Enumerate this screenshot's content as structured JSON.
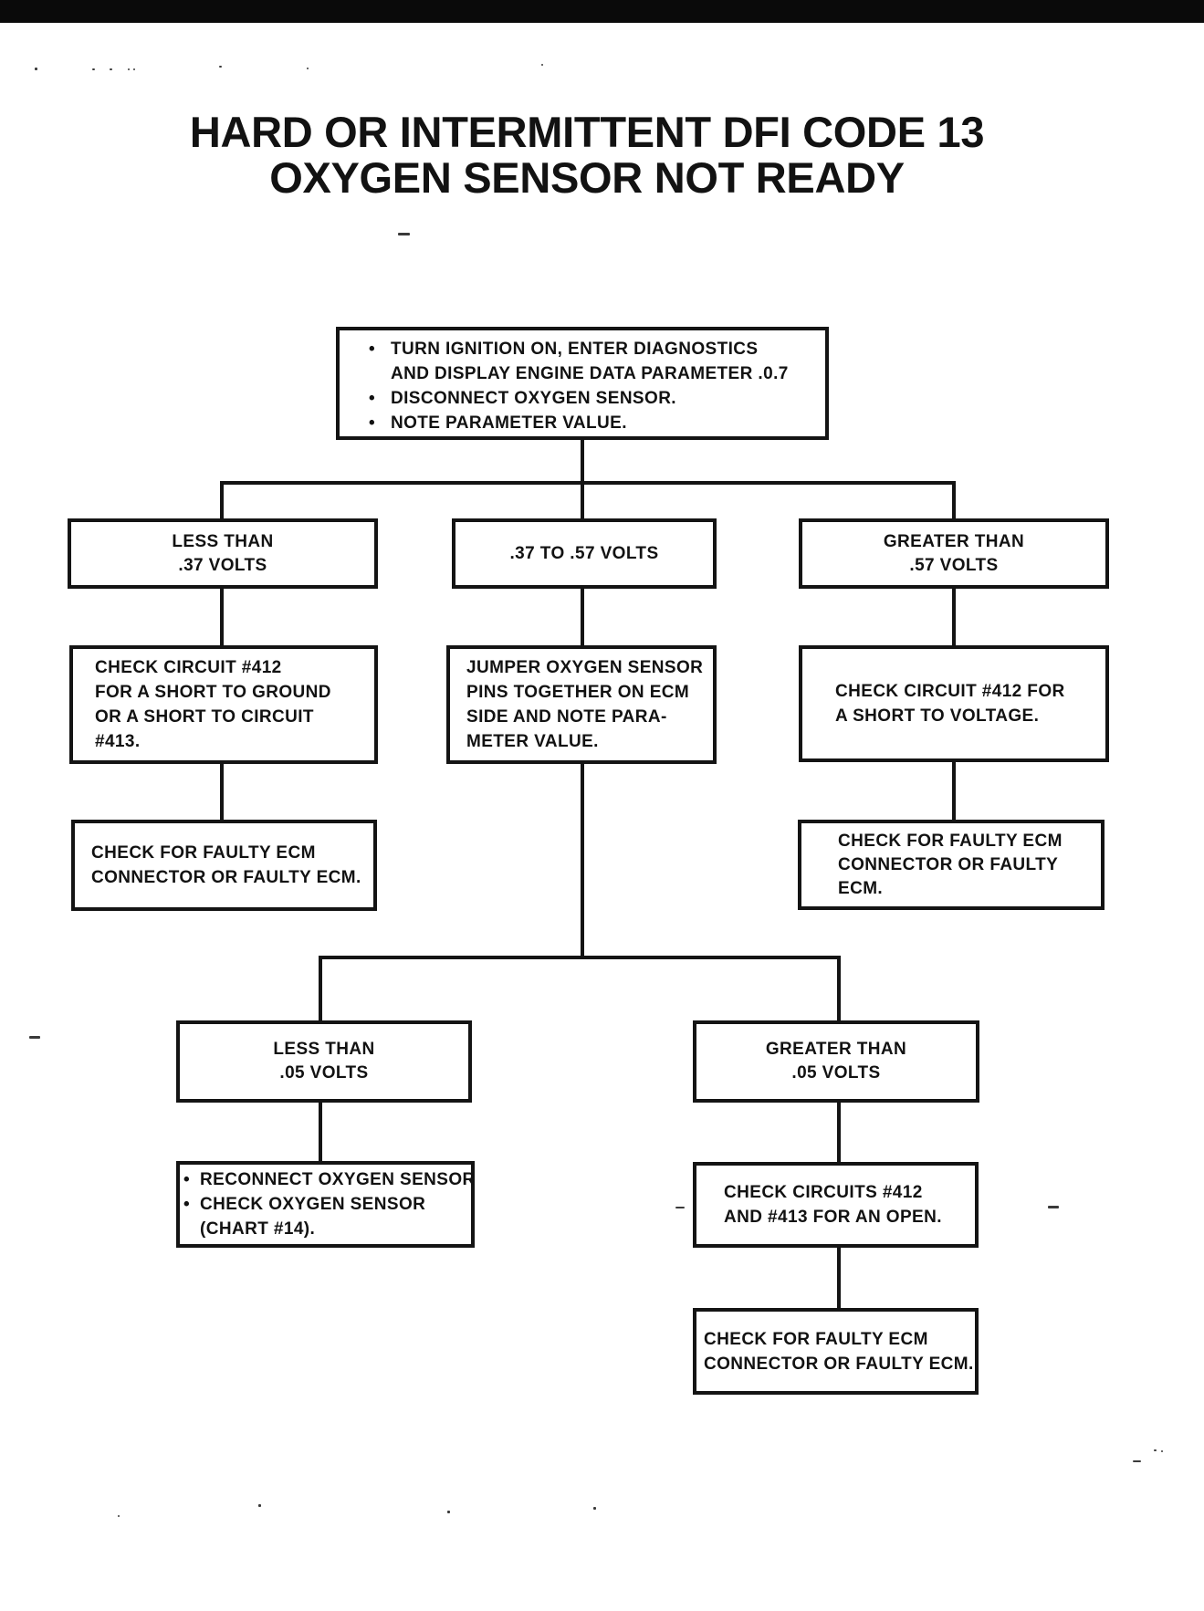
{
  "page": {
    "title_line1": "HARD OR INTERMITTENT DFI CODE 13",
    "title_line2": "OXYGEN SENSOR NOT READY"
  },
  "bullet_glyph": "•",
  "colors": {
    "ink": "#141414",
    "paper": "#ffffff"
  },
  "boxes": {
    "start": {
      "lines": [
        {
          "bullet": true,
          "text": "TURN IGNITION ON, ENTER DIAGNOSTICS"
        },
        {
          "bullet": false,
          "text": "AND DISPLAY ENGINE DATA PARAMETER .0.7"
        },
        {
          "bullet": true,
          "text": "DISCONNECT OXYGEN SENSOR."
        },
        {
          "bullet": true,
          "text": "NOTE PARAMETER VALUE."
        }
      ]
    },
    "less_than_37": {
      "lines": [
        "LESS THAN",
        ".37 VOLTS"
      ]
    },
    "between_37_57": {
      "lines": [
        ".37 TO .57 VOLTS"
      ]
    },
    "greater_than_57": {
      "lines": [
        "GREATER THAN",
        ".57 VOLTS"
      ]
    },
    "check_412_ground": {
      "lines": [
        "CHECK CIRCUIT #412",
        "FOR A SHORT TO GROUND",
        "OR A SHORT TO CIRCUIT",
        "#413."
      ]
    },
    "jumper_sensor": {
      "lines": [
        "JUMPER OXYGEN SENSOR",
        "PINS TOGETHER ON ECM",
        "SIDE AND NOTE PARA-",
        "METER VALUE."
      ]
    },
    "check_412_voltage": {
      "lines": [
        "CHECK CIRCUIT #412 FOR",
        "A SHORT TO VOLTAGE."
      ]
    },
    "faulty_ecm_left": {
      "lines": [
        "CHECK FOR FAULTY ECM",
        "CONNECTOR OR FAULTY ECM."
      ]
    },
    "faulty_ecm_right": {
      "lines": [
        "CHECK FOR FAULTY ECM",
        "CONNECTOR OR FAULTY",
        "ECM."
      ]
    },
    "less_than_05": {
      "lines": [
        "LESS THAN",
        ".05 VOLTS"
      ]
    },
    "greater_than_05": {
      "lines": [
        "GREATER THAN",
        ".05 VOLTS"
      ]
    },
    "reconnect_sensor": {
      "lines": [
        {
          "bullet": true,
          "text": "RECONNECT OXYGEN SENSOR"
        },
        {
          "bullet": true,
          "text": "CHECK OXYGEN SENSOR"
        },
        {
          "bullet": false,
          "text": "(CHART #14)."
        }
      ]
    },
    "check_open": {
      "lines": [
        "CHECK CIRCUITS #412",
        "AND #413 FOR AN OPEN."
      ]
    },
    "faulty_ecm_bottom": {
      "lines": [
        "CHECK FOR FAULTY ECM",
        "CONNECTOR OR FAULTY ECM."
      ]
    }
  }
}
